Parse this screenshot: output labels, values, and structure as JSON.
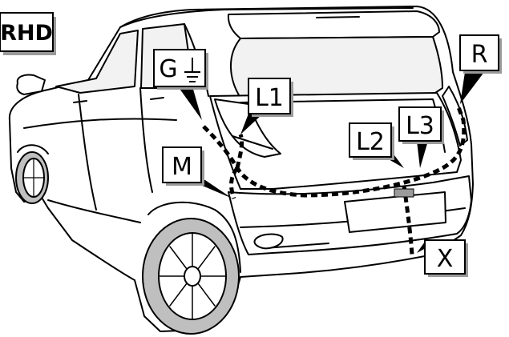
{
  "badge": {
    "text": "RHD"
  },
  "labels": {
    "g": "G",
    "l1": "L1",
    "m": "M",
    "l2": "L2",
    "l3": "L3",
    "r": "R",
    "x": "X"
  },
  "icons": {
    "ground": "ground-symbol-icon"
  },
  "colors": {
    "line": "#000000",
    "body_fill": "#ffffff",
    "glass_fill": "#f2f2f2",
    "tire_fill": "#bfbfbf",
    "shadow": "#9a9a9a"
  }
}
